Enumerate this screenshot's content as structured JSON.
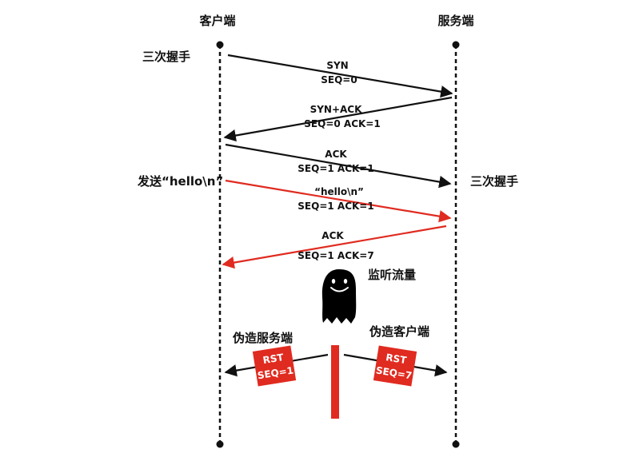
{
  "participants": {
    "client": "客户端",
    "server": "服务端"
  },
  "annotations": {
    "handshake_client": "三次握手",
    "handshake_server": "三次握手",
    "send_hello": "发送“hello\\n”",
    "monitor": "监听流量",
    "forge_server": "伪造服务端",
    "forge_client": "伪造客户端"
  },
  "messages": {
    "syn": {
      "line1": "SYN",
      "line2": "SEQ=0"
    },
    "synack": {
      "line1": "SYN+ACK",
      "line2": "SEQ=0 ACK=1"
    },
    "ack1": {
      "line1": "ACK",
      "line2": "SEQ=1 ACK=1"
    },
    "hello": {
      "line1": "“hello\\n”",
      "line2": "SEQ=1 ACK=1"
    },
    "ack7": {
      "line1": "ACK",
      "line2": "SEQ=1 ACK=7"
    }
  },
  "rst_packets": {
    "to_client": {
      "line1": "RST",
      "line2": "SEQ=1"
    },
    "to_server": {
      "line1": "RST",
      "line2": "SEQ=7"
    }
  },
  "colors": {
    "normal": "#111111",
    "data": "#e02b20",
    "rst": "#e02b20",
    "attacker": "#000000"
  }
}
